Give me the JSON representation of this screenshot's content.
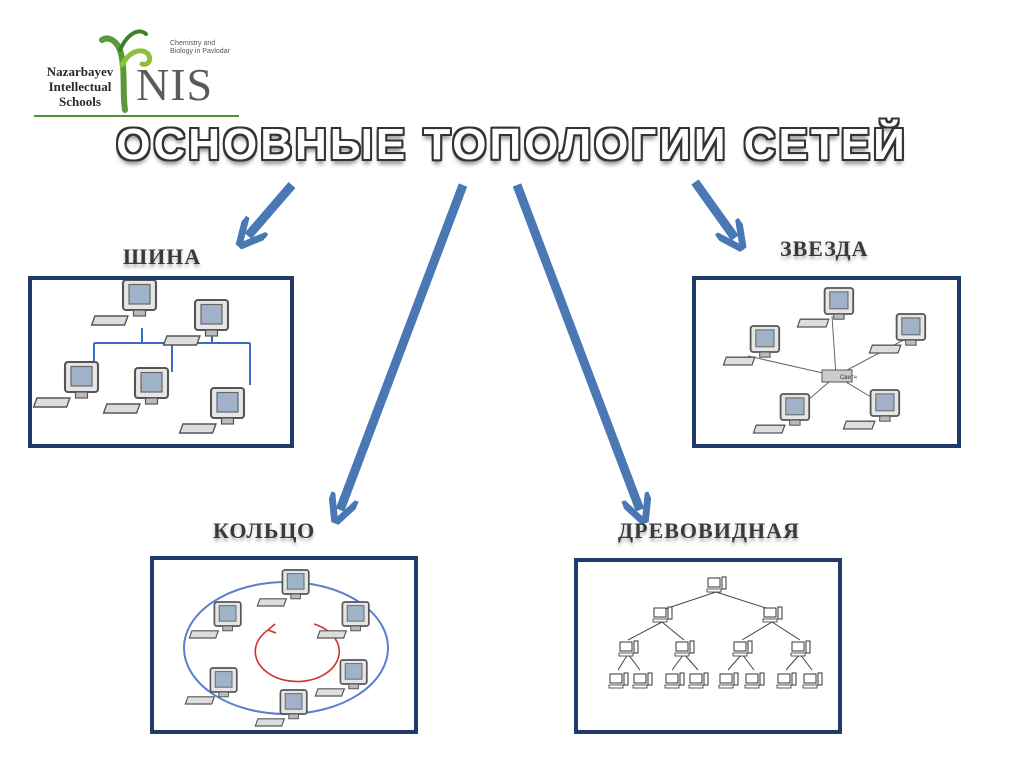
{
  "logo": {
    "org": "Nazarbayev Intellectual Schools",
    "mark": "NIS",
    "tagline": "Chemistry and Biology in Pavlodar"
  },
  "title": "ОСНОВНЫЕ ТОПОЛОГИИ СЕТЕЙ",
  "topologies": [
    {
      "label": "ШИНА"
    },
    {
      "label": "ЗВЕЗДА",
      "switch_label": "Свитч"
    },
    {
      "label": "КОЛЬЦО"
    },
    {
      "label": "ДРЕВОВИДНАЯ"
    }
  ],
  "colors": {
    "arrow": "#4a78b5",
    "box_border": "#1f3a6b",
    "bus_line": "#3b6bc4",
    "ring_line": "#5a7fd0",
    "ring_direction": "#d23030",
    "logo_green": "#4f8f3a"
  }
}
